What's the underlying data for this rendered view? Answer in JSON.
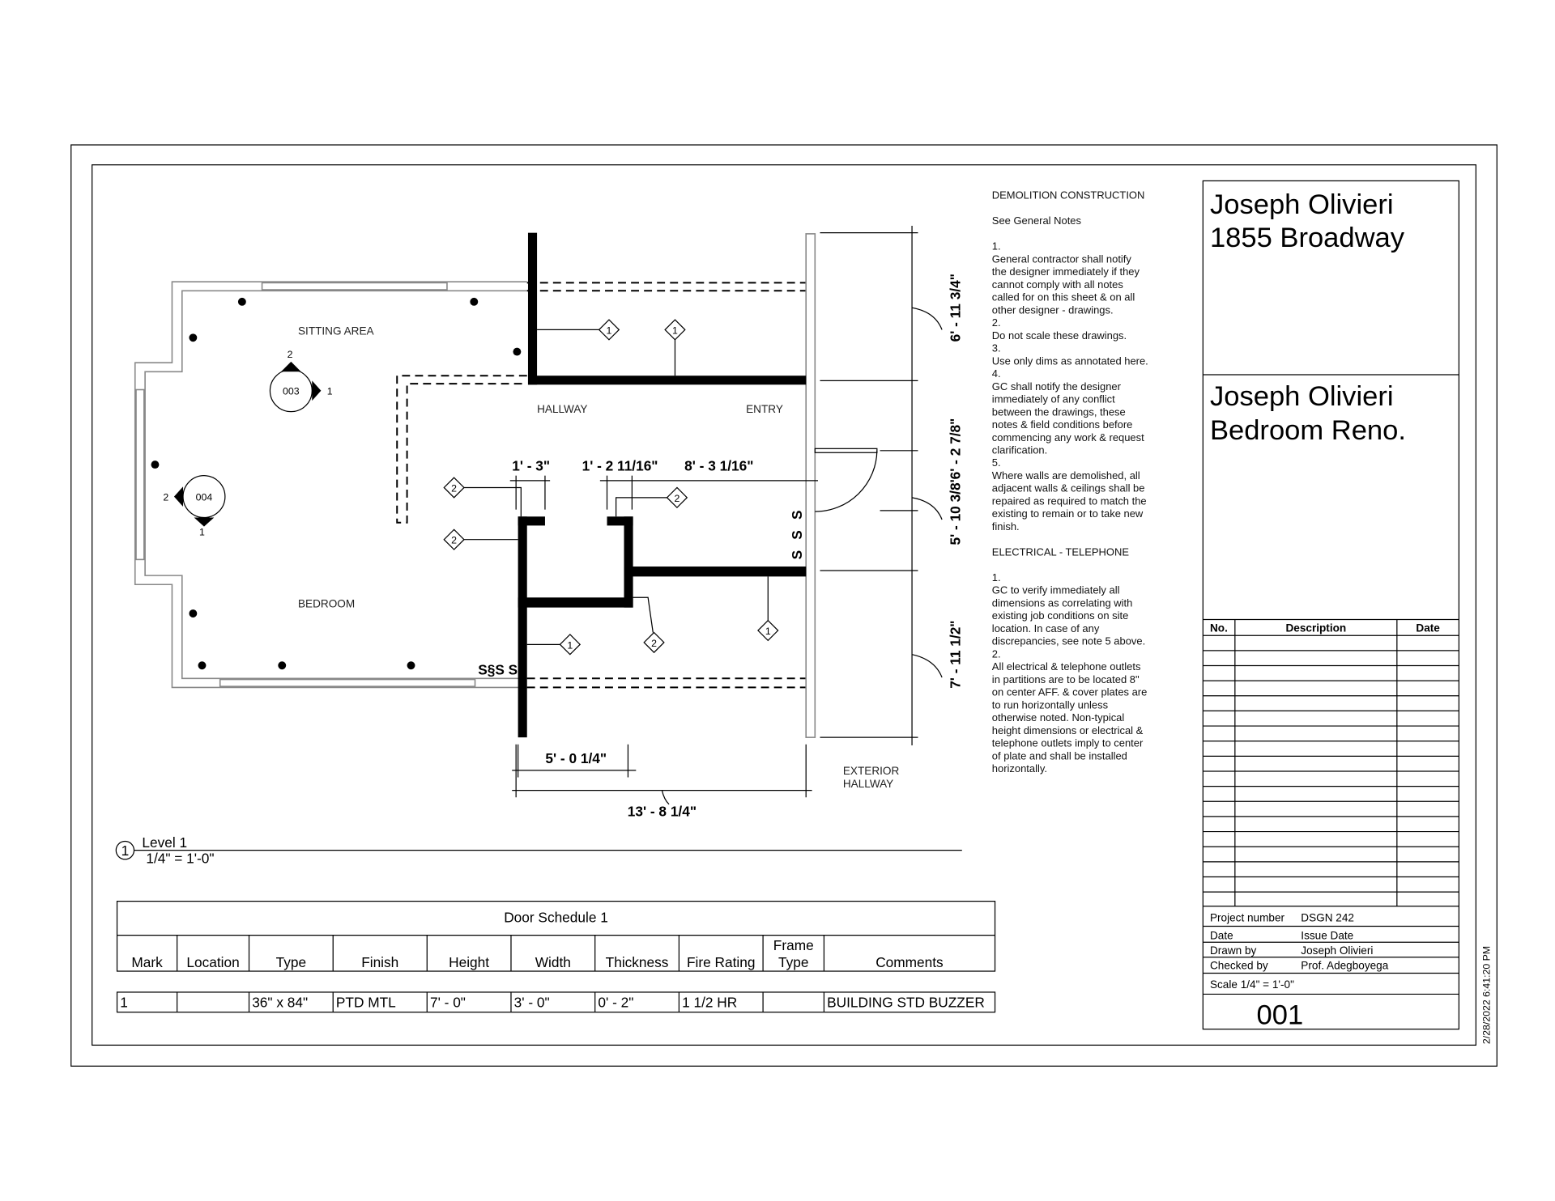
{
  "sheet": {
    "client_name": "Joseph Olivieri",
    "address": "1855 Broadway",
    "project_name_line1": "Joseph Olivieri",
    "project_name_line2": "Bedroom Reno.",
    "revision_headers": {
      "no": "No.",
      "description": "Description",
      "date": "Date"
    },
    "project_number_label": "Project number",
    "project_number": "DSGN 242",
    "date_label": "Date",
    "date": "Issue Date",
    "drawn_by_label": "Drawn by",
    "drawn_by": "Joseph Olivieri",
    "checked_by_label": "Checked by",
    "checked_by": "Prof. Adegboyega",
    "scale": "Scale  1/4\" = 1'-0\"",
    "sheet_number": "001",
    "timestamp": "2/28/2022 6:41:20 PM"
  },
  "plan": {
    "rooms": [
      "SITTING AREA",
      "HALLWAY",
      "ENTRY",
      "BEDROOM",
      "EXTERIOR",
      "HALLWAY"
    ],
    "dimensions": {
      "d1": "1' - 3\"",
      "d2": "1' - 2 11/16\"",
      "d3": "8' - 3 1/16\"",
      "d4": "5' - 0 1/4\"",
      "d5": "13' - 8 1/4\"",
      "v1": "6' - 11 3/4\"",
      "v2": "5' - 10 3/8'6' - 2 7/8\"",
      "v3": "7' - 11 1/2\""
    },
    "view_tags": [
      {
        "id": "003",
        "n1": "2",
        "n2": "1"
      },
      {
        "id": "004",
        "n1": "2",
        "n2": "1"
      }
    ],
    "keynotes": [
      "1",
      "1",
      "2",
      "2",
      "2",
      "1",
      "2",
      "1"
    ],
    "switches": [
      "S",
      "S",
      "S",
      "S§S S"
    ],
    "view_number": "1",
    "view_title": "Level 1",
    "view_scale": "1/4\" = 1'-0\""
  },
  "notes": {
    "lines": [
      "DEMOLITION CONSTRUCTION",
      "",
      "See General Notes",
      "",
      "1.",
      "General contractor shall notify",
      "the designer immediately if they",
      "cannot comply with all notes",
      "called for on this sheet  & on all",
      "other designer - drawings.",
      "2.",
      "Do not scale these drawings.",
      "3.",
      "Use only dims as annotated here.",
      "4.",
      "GC shall notify the designer",
      "immediately of any conflict",
      "between the drawings, these",
      "notes & field conditions before",
      "commencing any work & request",
      "clarification.",
      "5.",
      "Where walls are demolished, all",
      "adjacent walls & ceilings shall be",
      "repaired as required to match the",
      "existing to remain or to take new",
      "finish.",
      "",
      "ELECTRICAL - TELEPHONE",
      "",
      "1.",
      "GC to verify immediately all",
      "dimensions as correlating with",
      "existing job conditions on site",
      "location. In case of any",
      "discrepancies, see note 5 above.",
      "2.",
      "All electrical & telephone outlets",
      "in partitions are to be located 8\"",
      "on center AFF. & cover plates are",
      "to run horizontally unless",
      "otherwise noted. Non-typical",
      "height dimensions or electrical &",
      "telephone outlets imply to center",
      "of plate  and shall be installed",
      "horizontally."
    ]
  },
  "door_schedule": {
    "title": "Door Schedule 1",
    "headers": [
      "Mark",
      "Location",
      "Type",
      "Finish",
      "Height",
      "Width",
      "Thickness",
      "Fire Rating",
      "Frame",
      "Comments"
    ],
    "frame_header_line2": "Type",
    "rows": [
      [
        "1",
        "",
        "36\" x 84\"",
        "PTD MTL",
        "7' - 0\"",
        "3' - 0\"",
        "0' - 2\"",
        "1 1/2 HR",
        "",
        "BUILDING STD BUZZER"
      ]
    ]
  }
}
